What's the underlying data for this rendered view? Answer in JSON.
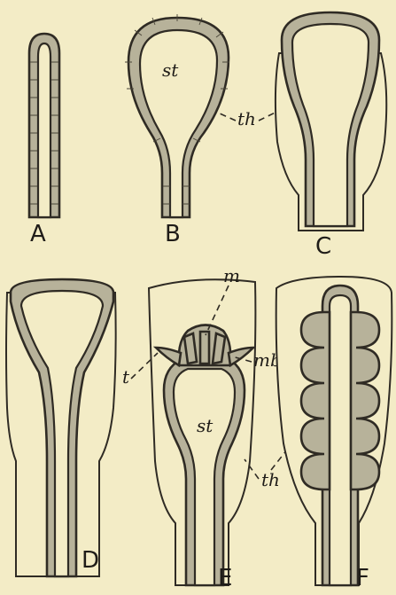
{
  "panels": {
    "A": "A",
    "B": "B",
    "C": "C",
    "D": "D",
    "E": "E",
    "F": "F"
  },
  "labels": {
    "st_b": "st",
    "th_b": "th",
    "m_e": "m",
    "t_e": "t",
    "st_e": "st",
    "mb_e": "mb",
    "th_e": "th"
  },
  "colors": {
    "background": "#f3ecc6",
    "ink": "#2f2b24",
    "wall_fill": "#b7b29a"
  }
}
